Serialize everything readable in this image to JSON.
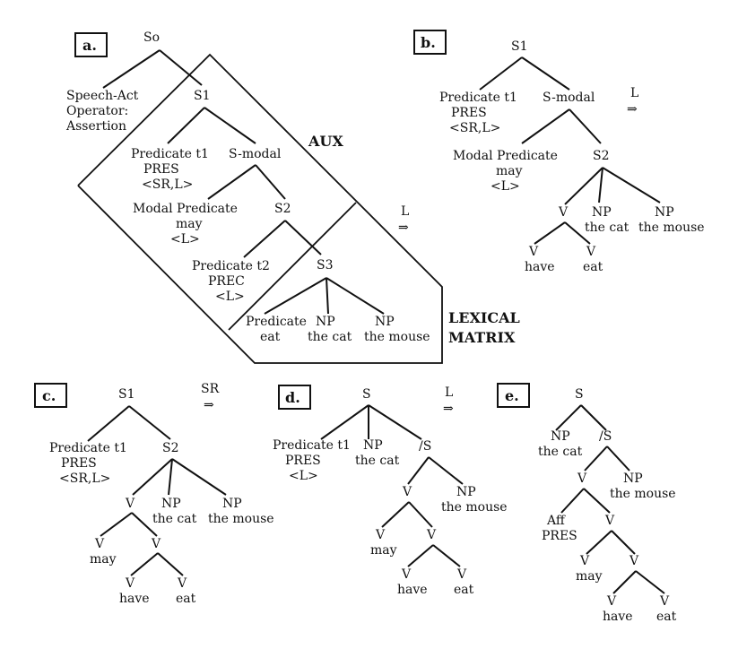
{
  "panels": {
    "a": {
      "tag": "a.",
      "root": "So",
      "speech_act": [
        "Speech-Act",
        "Operator:",
        "Assertion"
      ],
      "s1": "S1",
      "pred1": [
        "Predicate t1",
        "PRES",
        "<SR,L>"
      ],
      "smodal": "S-modal",
      "modal": [
        "Modal Predicate",
        "may",
        "<L>"
      ],
      "s2": "S2",
      "pred2": [
        "Predicate t2",
        "PREC",
        "<L>"
      ],
      "s3": "S3",
      "predicate": [
        "Predicate",
        "eat"
      ],
      "np1": [
        "NP",
        "the cat"
      ],
      "np2": [
        "NP",
        "the mouse"
      ],
      "aux_label": "AUX",
      "lexical_label": [
        "LEXICAL",
        "MATRIX"
      ],
      "arrow": "L"
    },
    "b": {
      "tag": "b.",
      "root": "S1",
      "pred1": [
        "Predicate t1",
        "PRES",
        "<SR,L>"
      ],
      "smodal": "S-modal",
      "arrow": "L",
      "modal": [
        "Modal Predicate",
        "may",
        "<L>"
      ],
      "s2": "S2",
      "v": "V",
      "np1": [
        "NP",
        "the cat"
      ],
      "np2": [
        "NP",
        "the mouse"
      ],
      "v_have": [
        "V",
        "have"
      ],
      "v_eat": [
        "V",
        "eat"
      ]
    },
    "c": {
      "tag": "c.",
      "root": "S1",
      "arrow": "SR",
      "pred1": [
        "Predicate t1",
        "PRES",
        "<SR,L>"
      ],
      "s2": "S2",
      "v": "V",
      "np1": [
        "NP",
        "the cat"
      ],
      "np2": [
        "NP",
        "the mouse"
      ],
      "v_may": [
        "V",
        "may"
      ],
      "v_mid": "V",
      "v_have": [
        "V",
        "have"
      ],
      "v_eat": [
        "V",
        "eat"
      ]
    },
    "d": {
      "tag": "d.",
      "root": "S",
      "arrow": "L",
      "pred1": [
        "Predicate t1",
        "PRES",
        "<L>"
      ],
      "np1": [
        "NP",
        "the cat"
      ],
      "slash_s": "/S",
      "v": "V",
      "np2": [
        "NP",
        "the mouse"
      ],
      "v_may": [
        "V",
        "may"
      ],
      "v_mid": "V",
      "v_have": [
        "V",
        "have"
      ],
      "v_eat": [
        "V",
        "eat"
      ]
    },
    "e": {
      "tag": "e.",
      "root": "S",
      "np1": [
        "NP",
        "the cat"
      ],
      "slash_s": "/S",
      "v": "V",
      "np2": [
        "NP",
        "the mouse"
      ],
      "aff": [
        "Aff",
        "PRES"
      ],
      "v2": "V",
      "v_may": [
        "V",
        "may"
      ],
      "v3": "V",
      "v_have": [
        "V",
        "have"
      ],
      "v_eat": [
        "V",
        "eat"
      ]
    }
  }
}
